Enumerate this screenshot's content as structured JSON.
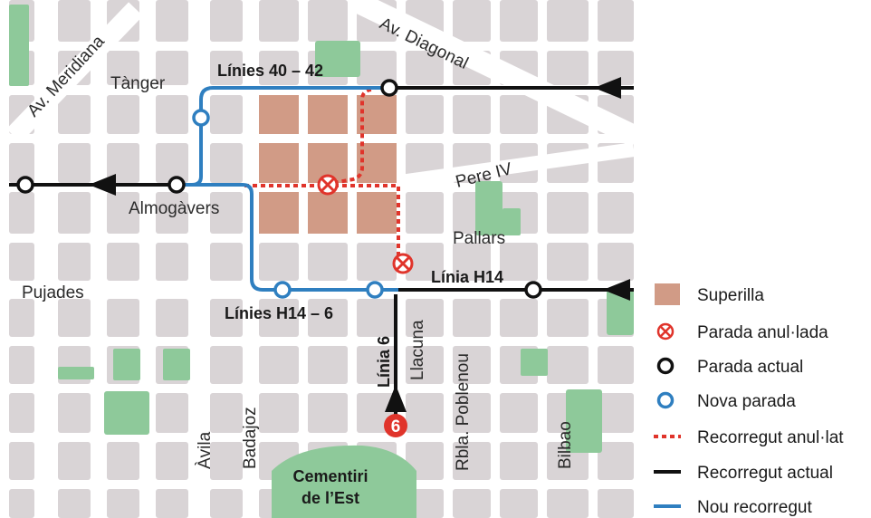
{
  "map": {
    "streets": {
      "av_meridiana": "Av. Meridiana",
      "av_diagonal": "Av. Diagonal",
      "tanger": "Tànger",
      "almogavers": "Almogàvers",
      "pere_iv": "Pere IV",
      "pallars": "Pallars",
      "pujades": "Pujades",
      "avila": "Àvila",
      "badajoz": "Badajoz",
      "llacuna": "Llacuna",
      "rbla_poblenou": "Rbla. Poblenou",
      "bilbao": "Bilbao"
    },
    "lines": {
      "linies_40_42": "Línies 40 – 42",
      "linies_h14_6": "Línies H14 – 6",
      "linia_h14": "Línia H14",
      "linia_6": "Línia 6",
      "badge_6": "6"
    },
    "landmarks": {
      "cementiri_line1": "Cementiri",
      "cementiri_line2": "de l’Est"
    }
  },
  "legend": {
    "items": [
      {
        "label": "Superilla",
        "icon": "superilla-swatch-icon"
      },
      {
        "label": "Parada anul·lada",
        "icon": "cancelled-stop-icon"
      },
      {
        "label": "Parada actual",
        "icon": "current-stop-icon"
      },
      {
        "label": "Nova parada",
        "icon": "new-stop-icon"
      },
      {
        "label": "Recorregut anul·lat",
        "icon": "cancelled-route-icon"
      },
      {
        "label": "Recorregut actual",
        "icon": "current-route-icon"
      },
      {
        "label": "Nou recorregut",
        "icon": "new-route-icon"
      }
    ]
  },
  "colors": {
    "block": "#d9d4d6",
    "street": "#ffffff",
    "park": "#8ec99a",
    "superilla": "#d19b86",
    "cancelled": "#e0342b",
    "current_route": "#111111",
    "new_route": "#2f7fc0"
  }
}
